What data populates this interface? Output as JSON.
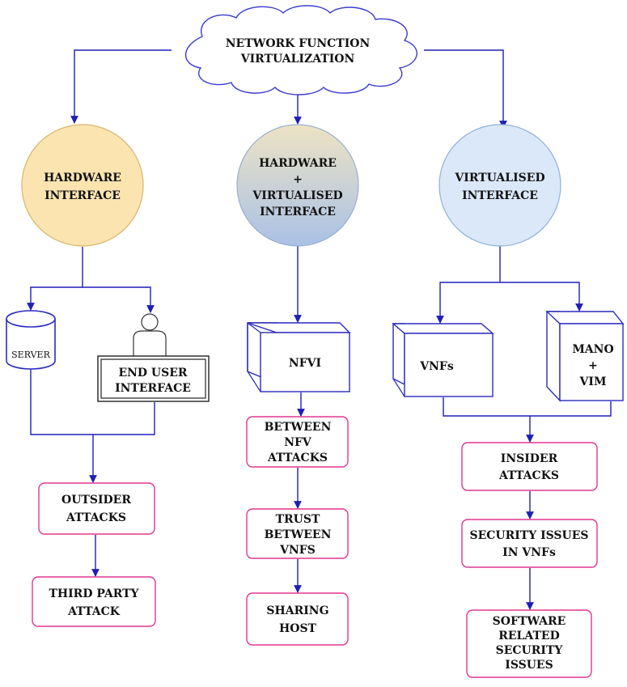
{
  "root": {
    "line1": "NETWORK FUNCTION",
    "line2": "VIRTUALIZATION"
  },
  "hardware": {
    "circle": {
      "line1": "HARDWARE",
      "line2": "INTERFACE"
    },
    "server_label": "SERVER",
    "end_user": {
      "line1": "END USER",
      "line2": "INTERFACE"
    },
    "outsider": {
      "line1": "OUTSIDER",
      "line2": "ATTACKS"
    },
    "third_party": {
      "line1": "THIRD PARTY",
      "line2": "ATTACK"
    }
  },
  "mixed": {
    "circle": {
      "line1": "HARDWARE",
      "line2": "+",
      "line3": "VIRTUALISED",
      "line4": "INTERFACE"
    },
    "nfvi_label": "NFVI",
    "between": {
      "line1": "BETWEEN",
      "line2": "NFV",
      "line3": "ATTACKS"
    },
    "trust": {
      "line1": "TRUST",
      "line2": "BETWEEN",
      "line3": "VNFS"
    },
    "sharing": {
      "line1": "SHARING",
      "line2": "HOST"
    }
  },
  "virtual": {
    "circle": {
      "line1": "VIRTUALISED",
      "line2": "INTERFACE"
    },
    "vnfs_label": "VNFs",
    "mano": {
      "line1": "MANO",
      "line2": "+",
      "line3": "VIM"
    },
    "insider": {
      "line1": "INSIDER",
      "line2": "ATTACKS"
    },
    "security_vnfs": {
      "line1": "SECURITY ISSUES",
      "line2": "IN VNFs"
    },
    "software": {
      "line1": "SOFTWARE",
      "line2": "RELATED",
      "line3": "SECURITY",
      "line4": "ISSUES"
    }
  },
  "colors": {
    "arrow": "#1f1fb8",
    "attack_border": "#e0368f",
    "hardware_fill": "#fbe4b0",
    "hardware_stroke": "#d8b56a",
    "virtual_fill": "#dbe8f9",
    "virtual_stroke": "#8fb0dc",
    "gradient_top": "#ede3c4",
    "gradient_bottom": "#a9c1e6",
    "box_stroke": "#2b2bbf"
  }
}
